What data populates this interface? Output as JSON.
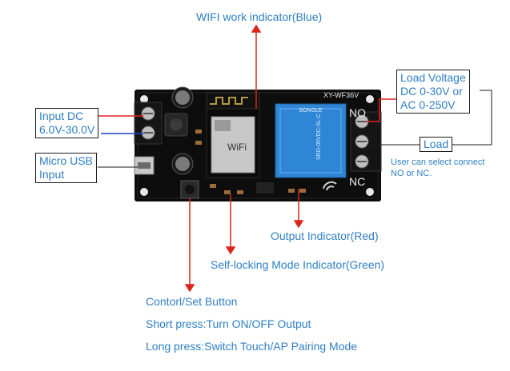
{
  "labels": {
    "wifi": "WIFI work indicator(Blue)",
    "input_dc_line1": "Input DC",
    "input_dc_line2": "6.0V-30.0V",
    "micro_usb_line1": "Micro USB",
    "micro_usb_line2": "Input",
    "load_voltage_line1": "Load Voltage",
    "load_voltage_line2": "DC 0-30V or",
    "load_voltage_line3": "AC 0-250V",
    "load": "Load",
    "connect_note_line1": "User can select connect",
    "connect_note_line2": "NO or NC.",
    "output_indicator": "Output Indicator(Red)",
    "self_locking": "Self-locking Mode Indicator(Green)",
    "control_button": "Contorl/Set Button",
    "short_press": "Short press:Turn ON/OFF Output",
    "long_press": "Long press:Switch Touch/AP Pairing Mode"
  },
  "board": {
    "model": "XY-WF36V",
    "no": "NO",
    "nc": "NC",
    "wifi_module_text": "WiFi",
    "relay_brand": "SONGLE",
    "relay_text": "SRD-05VDC-SL-C"
  },
  "colors": {
    "label_text": "#2f7fc2",
    "arrow": "#d9261c",
    "board": "#0d0d0d",
    "relay": "#2f86d6",
    "wire_red": "#e32222",
    "wire_blue": "#1f3fd6"
  }
}
